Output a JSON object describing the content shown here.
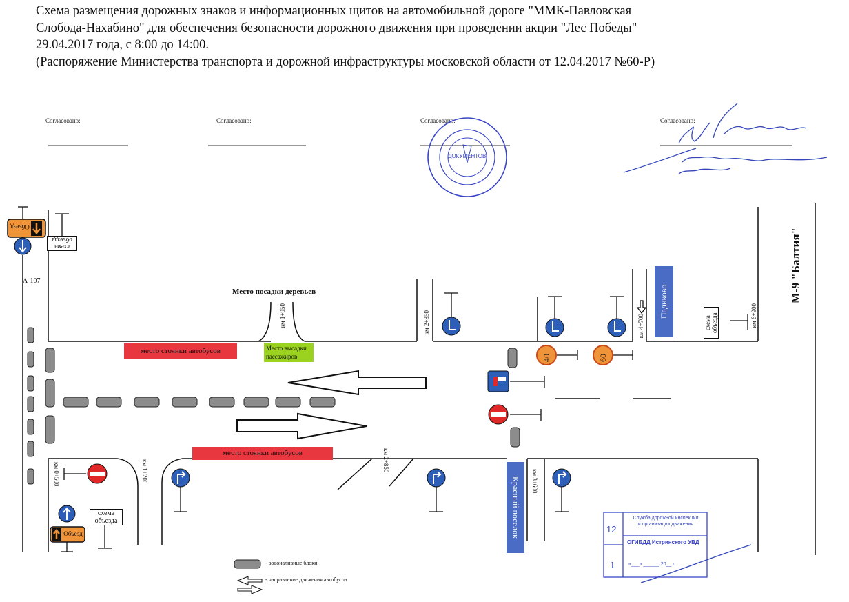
{
  "title": {
    "line1": "Схема размещения дорожных знаков и информационных щитов на автомобильной дороге \"ММК-Павловская",
    "line2": "Слобода-Нахабино\" для обеспечения безопасности дорожного движения при проведении акции \"Лес Победы\"",
    "line3": "29.04.2017 года, с 8:00 до 14:00.",
    "line4": "(Распоряжение  Министерства транспорта и дорожной инфраструктуры московской области от 12.04.2017 №60-Р)"
  },
  "approvals": {
    "label1": "Согласовано:",
    "label2": "Согласовано:",
    "label3": "Согласовано:",
    "label4": "Согласовано:"
  },
  "seal": {
    "center": "ДОКУМЕНТОВ"
  },
  "map": {
    "a107": "А-107",
    "m9": "М-9 \"Балтия\"",
    "tree_place": "Место посадки деревьев",
    "bus_parking_top": "место стоянки автобусов",
    "bus_parking_bottom": "место стоянки автобусов",
    "drop_off": "Место высадки пассажиров",
    "padikovo": "Падиково",
    "krasny": "Красный поселок",
    "detour_scheme_1": "схема объезда",
    "detour_scheme_2": "схема объезда",
    "detour_scheme_3": "схема объезда",
    "detour_sign_1": "Объезд",
    "detour_sign_2": "Объезд",
    "speed_40": "40",
    "speed_60": "60",
    "km_1950": "км 1+950",
    "km_2850a": "км 2+850",
    "km_4700": "км 4+700",
    "km_6900": "км 6+900",
    "km_0500": "км 0+500",
    "km_1200": "км 1+200",
    "km_2850b": "км 2+850",
    "km_3600": "км 3+600"
  },
  "legend": {
    "blocks": "- водоналивные блоки",
    "direction": "- направление движения автобусов"
  },
  "stamp": {
    "number": "12",
    "service_line1": "Служба дорожной инспекции",
    "service_line2": "и организации движения",
    "org": "ОГИБДД Истринского УВД",
    "number2": "1",
    "date": "«___» ______ 20__ г."
  },
  "colors": {
    "bus_parking": "#e8373f",
    "drop_off": "#9ad21f",
    "town_sign": "#4a6cc4",
    "speed_sign": "#f0943a",
    "no_entry": "#e02828",
    "blue_sign": "#2d5fb8",
    "blocks": "#8c8c8c",
    "stamp": "#3a46c8"
  }
}
